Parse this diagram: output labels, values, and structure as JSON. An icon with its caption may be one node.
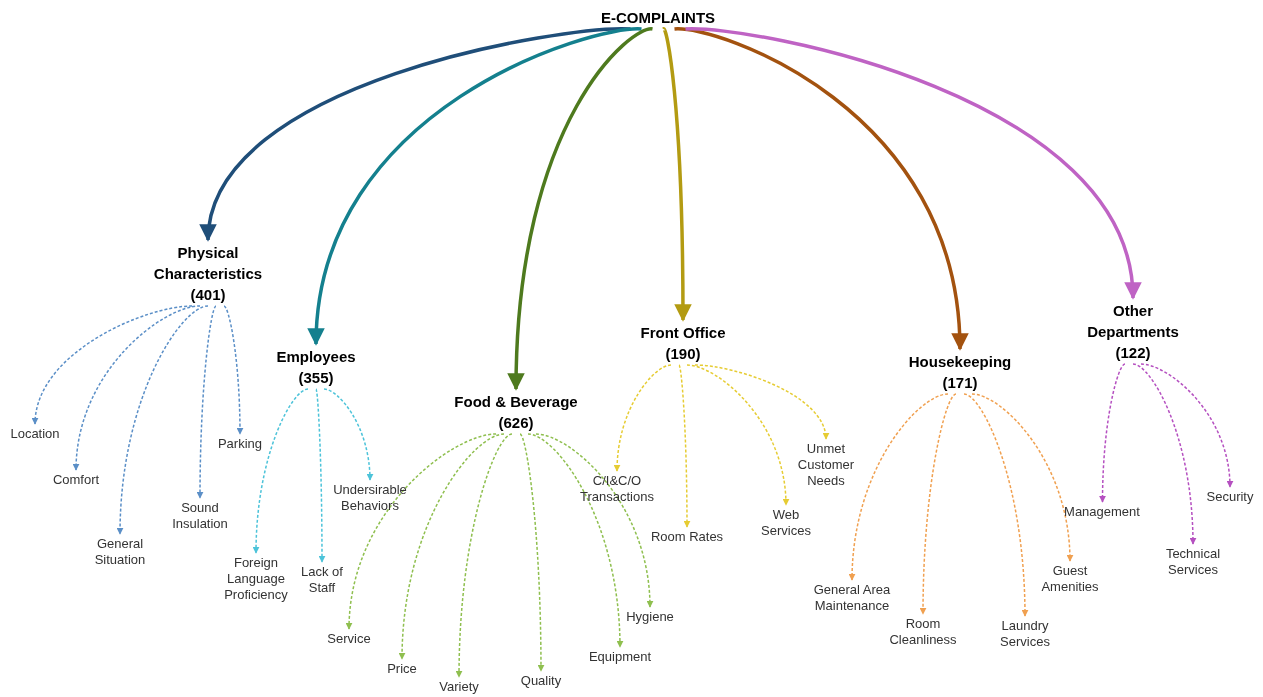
{
  "diagram": {
    "nodes": [
      {
        "text": [
          "E-COMPLAINTS"
        ]
      },
      {
        "text": [
          "Physical Characteristics",
          "(401)"
        ]
      },
      {
        "text": [
          "Employees",
          "(355)"
        ]
      },
      {
        "text": [
          "Food & Beverage",
          "(626)"
        ]
      },
      {
        "text": [
          "Front Office",
          "(190)"
        ]
      },
      {
        "text": [
          "Housekeeping",
          "(171)"
        ]
      },
      {
        "text": [
          "Other Departments",
          "(122)"
        ]
      },
      {
        "text": [
          "Location"
        ]
      },
      {
        "text": [
          "Comfort"
        ]
      },
      {
        "text": [
          "General Situation"
        ]
      },
      {
        "text": [
          "Sound Insulation"
        ]
      },
      {
        "text": [
          "Parking"
        ]
      },
      {
        "text": [
          "Foreign Language Proficiency"
        ]
      },
      {
        "text": [
          "Lack of Staff"
        ]
      },
      {
        "text": [
          "Undersirable Behaviors"
        ]
      },
      {
        "text": [
          "Service"
        ]
      },
      {
        "text": [
          "Price"
        ]
      },
      {
        "text": [
          "Variety"
        ]
      },
      {
        "text": [
          "Quality"
        ]
      },
      {
        "text": [
          "Equipment"
        ]
      },
      {
        "text": [
          "Hygiene"
        ]
      },
      {
        "text": [
          "C/I&C/O Transactions"
        ]
      },
      {
        "text": [
          "Room Rates"
        ]
      },
      {
        "text": [
          "Web Services"
        ]
      },
      {
        "text": [
          "Unmet Customer Needs"
        ]
      },
      {
        "text": [
          "General Area Maintenance"
        ]
      },
      {
        "text": [
          "Room Cleanliness"
        ]
      },
      {
        "text": [
          "Laundry Services"
        ]
      },
      {
        "text": [
          "Guest Amenities"
        ]
      },
      {
        "text": [
          "Management"
        ]
      },
      {
        "text": [
          "Technical Services"
        ]
      },
      {
        "text": [
          "Security"
        ]
      }
    ],
    "edges": [
      {
        "from": 0,
        "to": 1,
        "arrow": "to",
        "style": "thick",
        "color": "#1f4e79"
      },
      {
        "from": 0,
        "to": 2,
        "arrow": "to",
        "style": "thick",
        "color": "#14808e"
      },
      {
        "from": 0,
        "to": 3,
        "arrow": "to",
        "style": "thick",
        "color": "#4e7a1e"
      },
      {
        "from": 0,
        "to": 4,
        "arrow": "to",
        "style": "thick",
        "color": "#b39b12"
      },
      {
        "from": 0,
        "to": 5,
        "arrow": "to",
        "style": "thick",
        "color": "#a3520f"
      },
      {
        "from": 0,
        "to": 6,
        "arrow": "to",
        "style": "thick",
        "color": "#bf63c4"
      },
      {
        "from": 1,
        "to": 7,
        "arrow": "to",
        "style": "dashed",
        "color": "#5b8fc7"
      },
      {
        "from": 1,
        "to": 8,
        "arrow": "to",
        "style": "dashed",
        "color": "#5b8fc7"
      },
      {
        "from": 1,
        "to": 9,
        "arrow": "to",
        "style": "dashed",
        "color": "#5b8fc7"
      },
      {
        "from": 1,
        "to": 10,
        "arrow": "to",
        "style": "dashed",
        "color": "#5b8fc7"
      },
      {
        "from": 1,
        "to": 11,
        "arrow": "to",
        "style": "dashed",
        "color": "#5b8fc7"
      },
      {
        "from": 2,
        "to": 12,
        "arrow": "to",
        "style": "dashed",
        "color": "#4cc3d9"
      },
      {
        "from": 2,
        "to": 13,
        "arrow": "to",
        "style": "dashed",
        "color": "#4cc3d9"
      },
      {
        "from": 2,
        "to": 14,
        "arrow": "to",
        "style": "dashed",
        "color": "#4cc3d9"
      },
      {
        "from": 3,
        "to": 15,
        "arrow": "to",
        "style": "dashed",
        "color": "#8fbf4f"
      },
      {
        "from": 3,
        "to": 16,
        "arrow": "to",
        "style": "dashed",
        "color": "#8fbf4f"
      },
      {
        "from": 3,
        "to": 17,
        "arrow": "to",
        "style": "dashed",
        "color": "#8fbf4f"
      },
      {
        "from": 3,
        "to": 18,
        "arrow": "to",
        "style": "dashed",
        "color": "#8fbf4f"
      },
      {
        "from": 3,
        "to": 19,
        "arrow": "to",
        "style": "dashed",
        "color": "#8fbf4f"
      },
      {
        "from": 3,
        "to": 20,
        "arrow": "to",
        "style": "dashed",
        "color": "#8fbf4f"
      },
      {
        "from": 4,
        "to": 21,
        "arrow": "to",
        "style": "dashed",
        "color": "#e6cc33"
      },
      {
        "from": 4,
        "to": 22,
        "arrow": "to",
        "style": "dashed",
        "color": "#e6cc33"
      },
      {
        "from": 4,
        "to": 23,
        "arrow": "to",
        "style": "dashed",
        "color": "#e6cc33"
      },
      {
        "from": 4,
        "to": 24,
        "arrow": "to",
        "style": "dashed",
        "color": "#e6cc33"
      },
      {
        "from": 5,
        "to": 25,
        "arrow": "to",
        "style": "dashed",
        "color": "#f0a050"
      },
      {
        "from": 5,
        "to": 26,
        "arrow": "to",
        "style": "dashed",
        "color": "#f0a050"
      },
      {
        "from": 5,
        "to": 27,
        "arrow": "to",
        "style": "dashed",
        "color": "#f0a050"
      },
      {
        "from": 5,
        "to": 28,
        "arrow": "to",
        "style": "dashed",
        "color": "#f0a050"
      },
      {
        "from": 6,
        "to": 29,
        "arrow": "to",
        "style": "dashed",
        "color": "#b550c0"
      },
      {
        "from": 6,
        "to": 30,
        "arrow": "to",
        "style": "dashed",
        "color": "#b550c0"
      },
      {
        "from": 6,
        "to": 31,
        "arrow": "to",
        "style": "dashed",
        "color": "#b550c0"
      }
    ]
  }
}
